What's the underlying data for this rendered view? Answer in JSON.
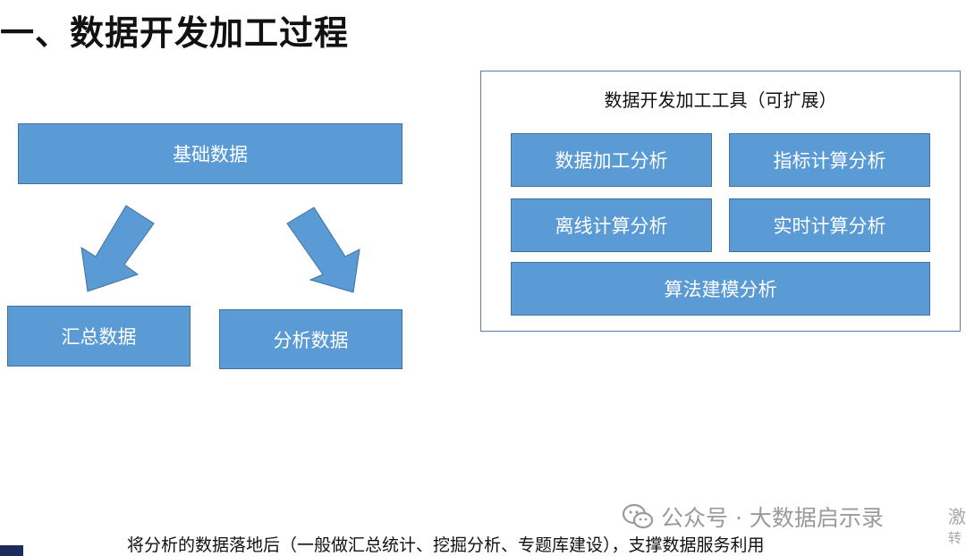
{
  "page": {
    "title": "一、数据开发加工过程"
  },
  "flow": {
    "base": "基础数据",
    "summary": "汇总数据",
    "analysis": "分析数据"
  },
  "tools": {
    "title": "数据开发加工工具（可扩展）",
    "items": [
      "数据加工分析",
      "指标计算分析",
      "离线计算分析",
      "实时计算分析",
      "算法建模分析"
    ]
  },
  "caption": "将分析的数据落地后（一般做汇总统计、挖掘分析、专题库建设），支撑数据服务利用",
  "watermark": {
    "text": "公众号 · 大数据启示录",
    "edge_line1": "激",
    "edge_line2": "转"
  },
  "colors": {
    "box_fill": "#5b9bd5",
    "box_border": "#41719c",
    "panel_border": "#5b7fa8"
  },
  "icons": {
    "watermark": "wechat-icon"
  }
}
